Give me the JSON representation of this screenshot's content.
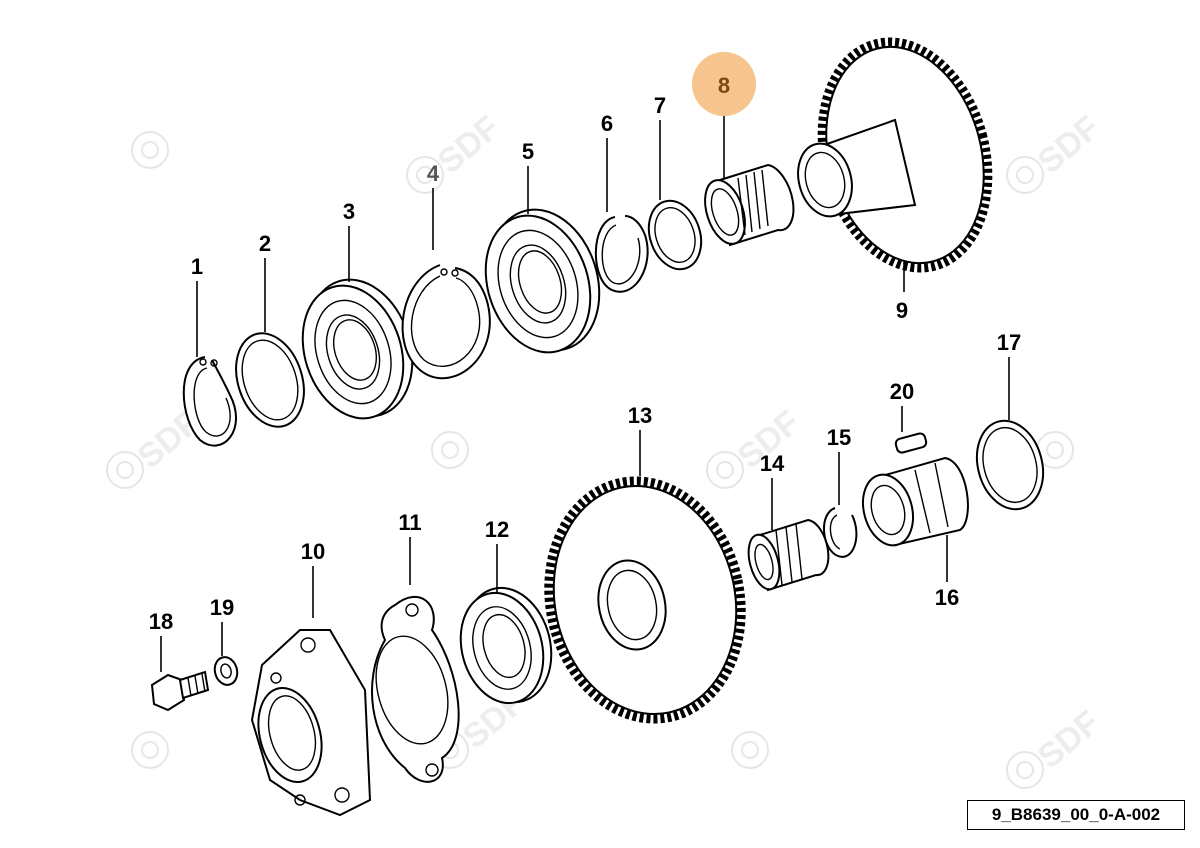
{
  "reference_code": "9_B8639_00_0-A-002",
  "watermark": "SDF",
  "highlight_color": "#f7c48d",
  "highlighted_part": "8",
  "parts": [
    {
      "id": "p1",
      "label": "1"
    },
    {
      "id": "p2",
      "label": "2"
    },
    {
      "id": "p3",
      "label": "3"
    },
    {
      "id": "p4",
      "label": "4"
    },
    {
      "id": "p5",
      "label": "5"
    },
    {
      "id": "p6",
      "label": "6"
    },
    {
      "id": "p7",
      "label": "7"
    },
    {
      "id": "p8",
      "label": "8"
    },
    {
      "id": "p9",
      "label": "9"
    },
    {
      "id": "p10",
      "label": "10"
    },
    {
      "id": "p11",
      "label": "11"
    },
    {
      "id": "p12",
      "label": "12"
    },
    {
      "id": "p13",
      "label": "13"
    },
    {
      "id": "p14",
      "label": "14"
    },
    {
      "id": "p15",
      "label": "15"
    },
    {
      "id": "p16",
      "label": "16"
    },
    {
      "id": "p17",
      "label": "17"
    },
    {
      "id": "p18",
      "label": "18"
    },
    {
      "id": "p19",
      "label": "19"
    },
    {
      "id": "p20",
      "label": "20"
    }
  ]
}
